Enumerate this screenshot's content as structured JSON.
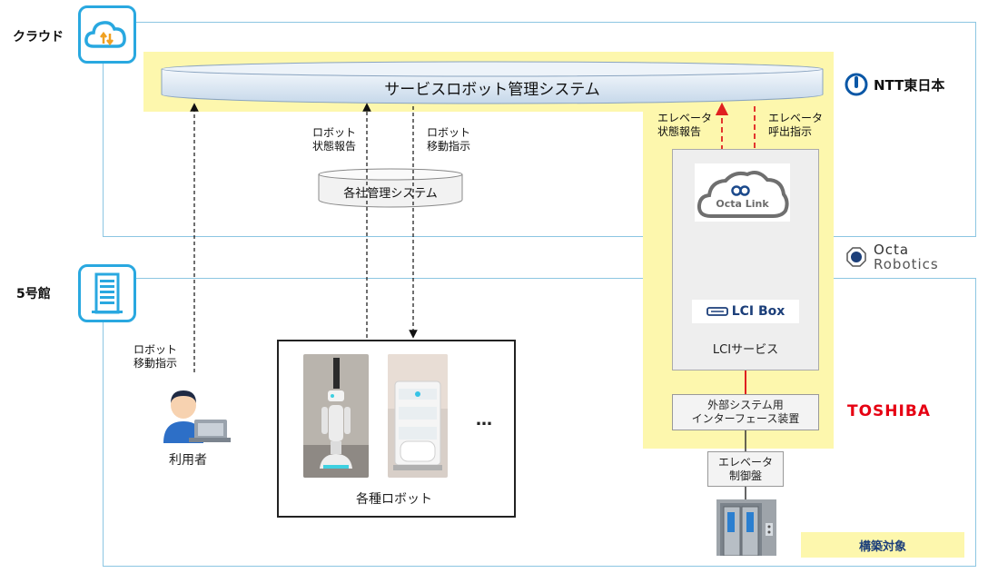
{
  "zones": {
    "cloud_label": "クラウド",
    "building_label": "5号館"
  },
  "service_system": {
    "title": "サービスロボット管理システム"
  },
  "company_system": {
    "title": "各社管理システム"
  },
  "labels": {
    "robot_status_report": [
      "ロボット",
      "状態報告"
    ],
    "robot_move_instruction": [
      "ロボット",
      "移動指示"
    ],
    "user_move_instruction": [
      "ロボット",
      "移動指示"
    ],
    "elevator_status_report": [
      "エレベータ",
      "状態報告"
    ],
    "elevator_call_instruction": [
      "エレベータ",
      "呼出指示"
    ]
  },
  "user": {
    "label": "利用者"
  },
  "robots": {
    "label": "各種ロボット",
    "ellipsis": "…"
  },
  "lci": {
    "service_label": "LCIサービス",
    "octa_link_logo": "Octa Link",
    "lci_box_logo": "LCI Box"
  },
  "interface_device": {
    "lines": [
      "外部システム用",
      "インターフェース装置"
    ]
  },
  "elevator_panel": {
    "lines": [
      "エレベータ",
      "制御盤"
    ]
  },
  "legend": {
    "label": "構築対象"
  },
  "logos": {
    "ntt": "NTT東日本",
    "octa_line1": "Octa",
    "octa_line2": "Robotics",
    "toshiba": "TOSHIBA"
  },
  "colors": {
    "zone_border": "#8cc6e2",
    "highlight": "#fdf7ad",
    "arrow_red": "#e02020",
    "toshiba_red": "#e60012",
    "icon_blue": "#29a8e0"
  }
}
